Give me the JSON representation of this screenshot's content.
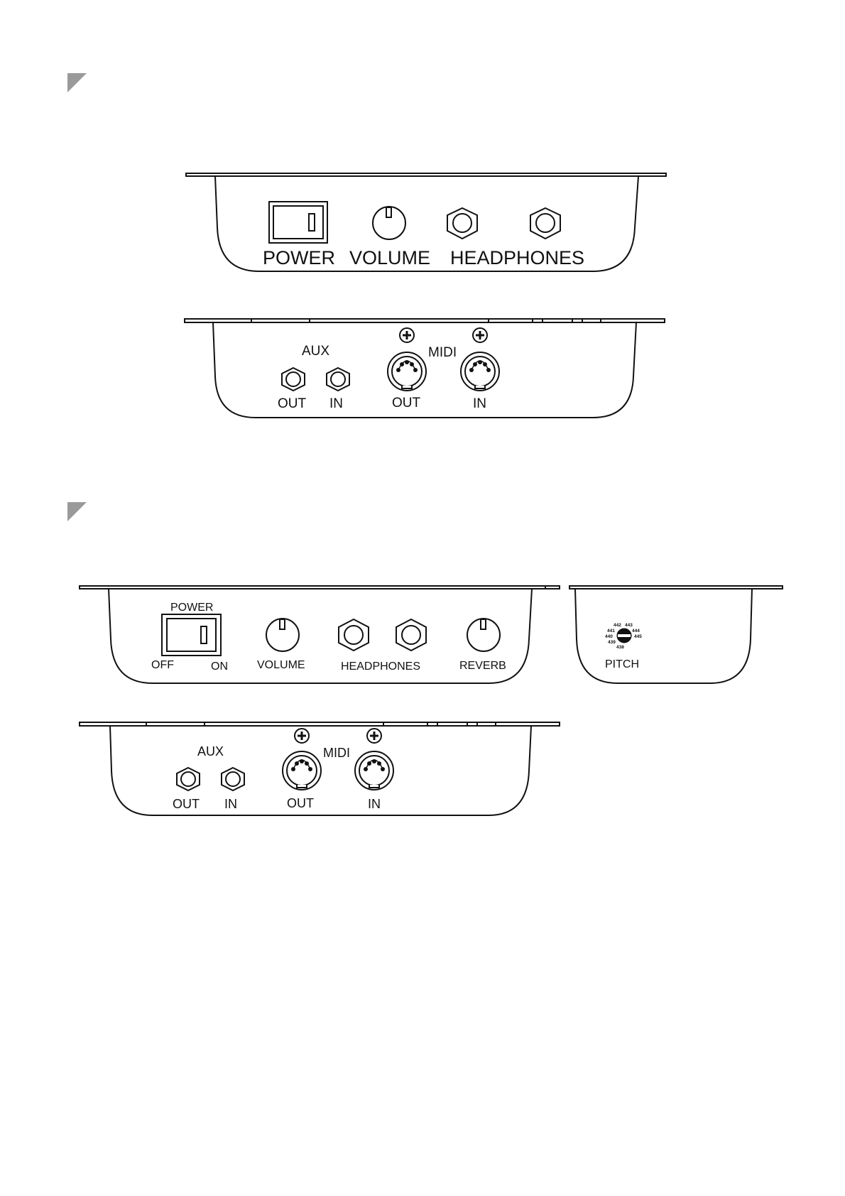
{
  "diagram1": {
    "top_panel": {
      "power": "POWER",
      "volume": "VOLUME",
      "headphones": "HEADPHONES"
    },
    "rear_panel": {
      "aux": "AUX",
      "aux_out": "OUT",
      "aux_in": "IN",
      "midi": "MIDI",
      "midi_out": "OUT",
      "midi_in": "IN"
    }
  },
  "diagram2": {
    "top_panel": {
      "power": "POWER",
      "off": "OFF",
      "on": "ON",
      "volume": "VOLUME",
      "headphones": "HEADPHONES",
      "reverb": "REVERB"
    },
    "pitch_panel": {
      "pitch": "PITCH",
      "dial_labels": [
        "442",
        "443",
        "441",
        "444",
        "440",
        "445",
        "439",
        "438"
      ]
    },
    "rear_panel": {
      "aux": "AUX",
      "aux_out": "OUT",
      "aux_in": "IN",
      "midi": "MIDI",
      "midi_out": "OUT",
      "midi_in": "IN"
    }
  },
  "colors": {
    "line": "#111111",
    "marker": "#9a9a9a",
    "background": "#ffffff"
  }
}
